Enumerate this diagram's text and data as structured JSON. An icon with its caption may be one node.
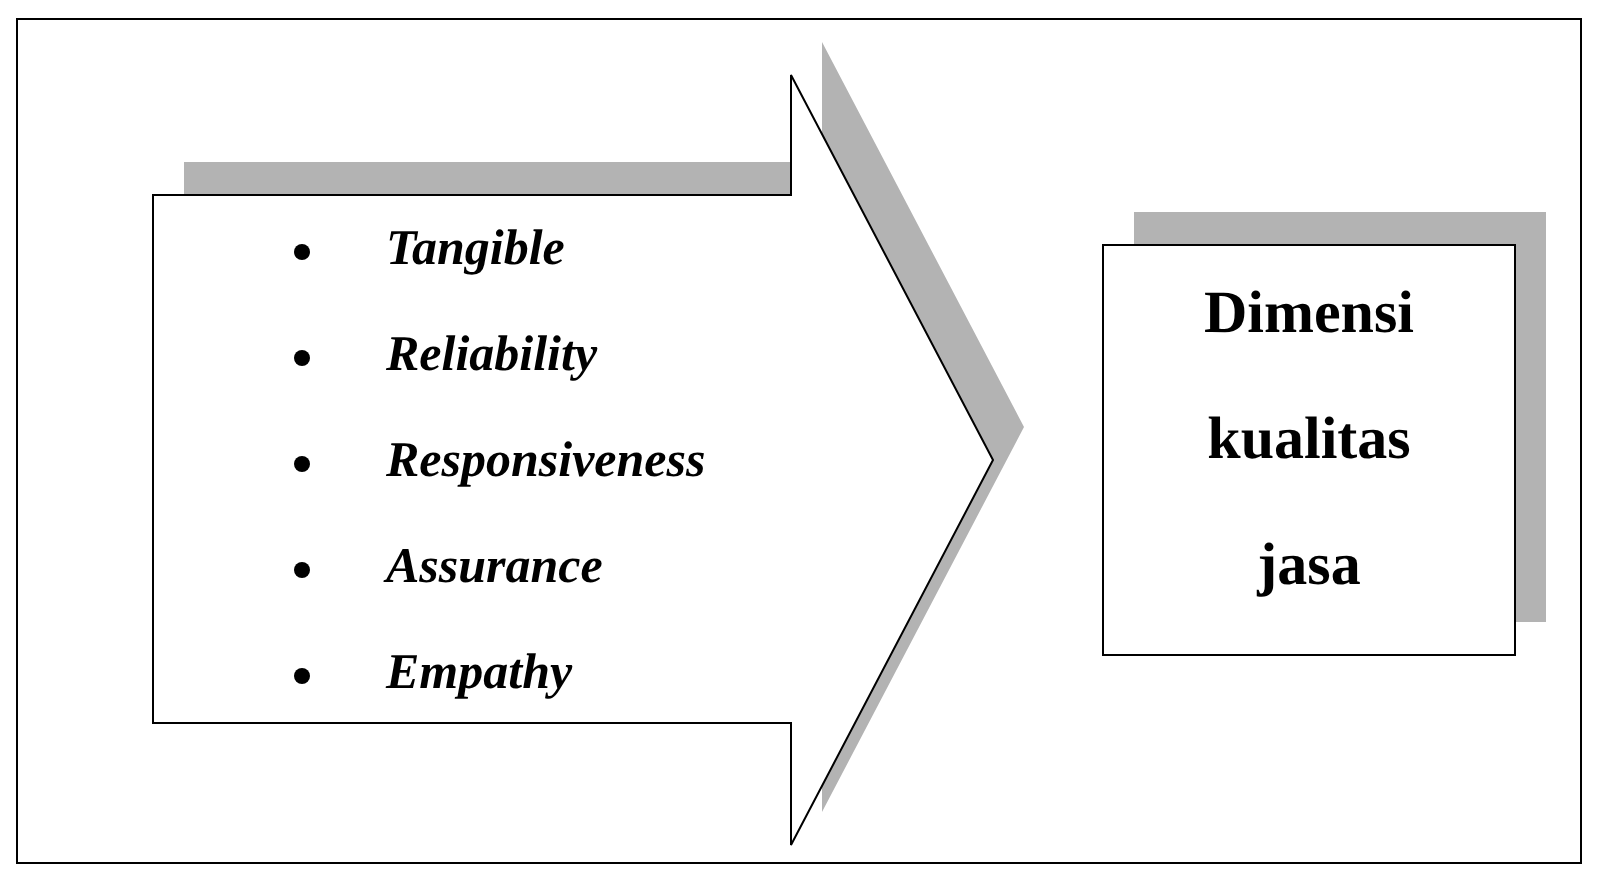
{
  "diagram": {
    "nodes": [
      {
        "text": [
          "Tangible",
          "Reliability",
          "Responsiveness",
          "Assurance",
          "Empathy"
        ]
      },
      {
        "text": [
          "Dimensi kualitas jasa"
        ]
      }
    ],
    "edges": []
  }
}
